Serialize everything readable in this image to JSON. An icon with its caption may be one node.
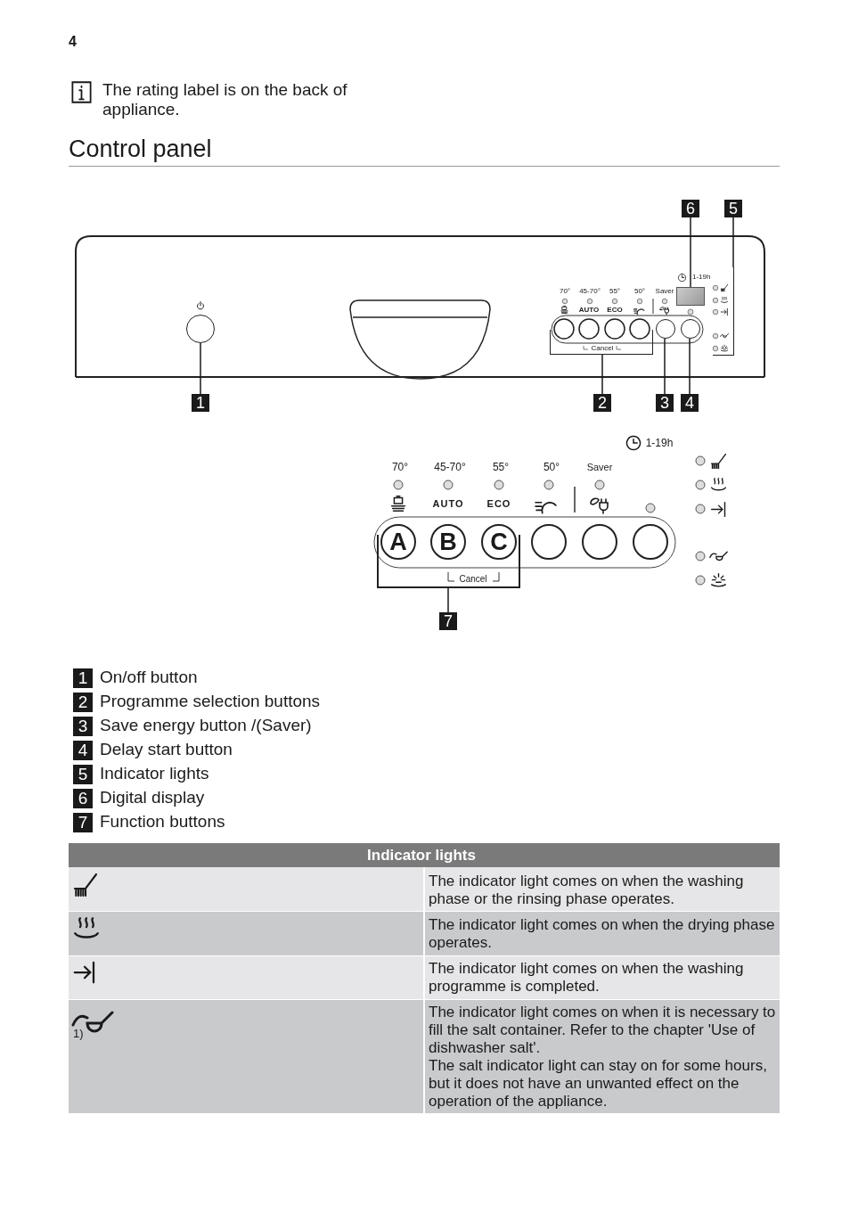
{
  "diagram": {
    "title": "Control panel",
    "nodes": [
      {
        "text": [
          "6"
        ]
      },
      {
        "text": [
          "5"
        ]
      },
      {
        "text": [],
        "shape": "circle"
      },
      {
        "text": [],
        "shape": "box"
      },
      {
        "text": [],
        "shape": "circle"
      },
      {
        "text": [],
        "shape": "circle"
      },
      {
        "text": [
          "1"
        ]
      },
      {
        "text": [
          "2"
        ]
      },
      {
        "text": [
          "3"
        ]
      },
      {
        "text": [
          "4"
        ]
      },
      {
        "text": [
          "A"
        ]
      },
      {
        "text": [
          "B"
        ]
      },
      {
        "text": [
          "C"
        ]
      },
      {
        "text": [],
        "shape": "circle"
      },
      {
        "text": [],
        "shape": "circle"
      },
      {
        "text": [],
        "shape": "circle"
      },
      {
        "text": [
          "7"
        ]
      },
      {
        "text": [],
        "shape": "bracket"
      },
      {
        "text": [],
        "shape": "bracket"
      },
      {
        "text": [],
        "shape": "bracket"
      },
      {
        "text": [
          "1"
        ],
        "beside": [
          "On/off button"
        ]
      },
      {
        "text": [
          "2"
        ],
        "beside": [
          "Programme selection buttons"
        ]
      },
      {
        "text": [
          "3"
        ],
        "beside": [
          "Save energy button /(Saver)"
        ]
      },
      {
        "text": [
          "4"
        ],
        "beside": [
          "Delay start button"
        ]
      },
      {
        "text": [
          "5"
        ],
        "beside": [
          "Indicator lights"
        ]
      },
      {
        "text": [
          "6"
        ],
        "beside": [
          "Digital display"
        ]
      },
      {
        "text": [
          "7"
        ],
        "beside": [
          "Function buttons"
        ]
      }
    ],
    "edges": [
      {
        "from": 0,
        "to": 3,
        "arrow": "none"
      },
      {
        "from": 1,
        "to": 18,
        "arrow": "none"
      },
      {
        "from": 6,
        "to": 2,
        "arrow": "none"
      },
      {
        "from": 7,
        "to": 17,
        "arrow": "none"
      },
      {
        "from": 8,
        "to": 4,
        "arrow": "none"
      },
      {
        "from": 9,
        "to": 5,
        "arrow": "none"
      },
      {
        "from": 16,
        "to": 19,
        "arrow": "none"
      }
    ],
    "labels": [
      "4",
      "The rating label is on the back of appliance.",
      "1-19h",
      "70°",
      "45-70°",
      "55°",
      "50°",
      "Saver",
      "AUTO",
      "ECO",
      "Cancel",
      "1-19h",
      "70°",
      "45-70°",
      "55°",
      "50°",
      "Saver",
      "AUTO",
      "ECO",
      "Cancel",
      "Indicator lights",
      "The indicator light comes on when the washing phase or the rinsing phase operates.",
      "The indicator light comes on when the drying phase operates.",
      "The indicator light comes on when the washing programme is completed.",
      "1)",
      "The indicator light comes on when it is necessary to fill the salt container. Refer to the chapter 'Use of dishwasher salt'.",
      "The salt indicator light can stay on for some hours, but it does not have an unwanted effect on the operation of the appliance."
    ]
  }
}
